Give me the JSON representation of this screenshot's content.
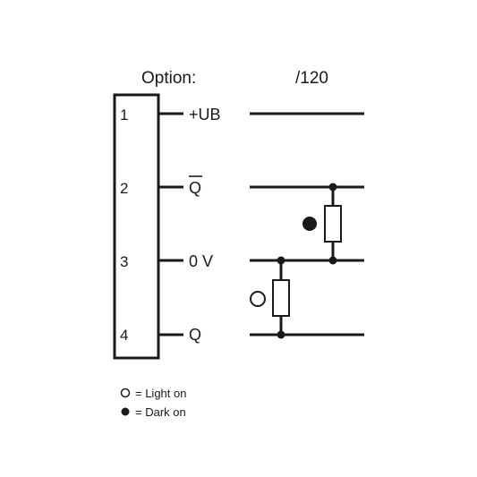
{
  "header": {
    "option_label": "Option:",
    "variant": "/120"
  },
  "pins": [
    {
      "number": "1",
      "signal": "+UB"
    },
    {
      "number": "2",
      "signal": "Q",
      "overline": true
    },
    {
      "number": "3",
      "signal": "0 V"
    },
    {
      "number": "4",
      "signal": "Q"
    }
  ],
  "legend": [
    {
      "symbol": "open-circle",
      "text": "= Light on"
    },
    {
      "symbol": "filled-circle",
      "text": "= Dark on"
    }
  ]
}
